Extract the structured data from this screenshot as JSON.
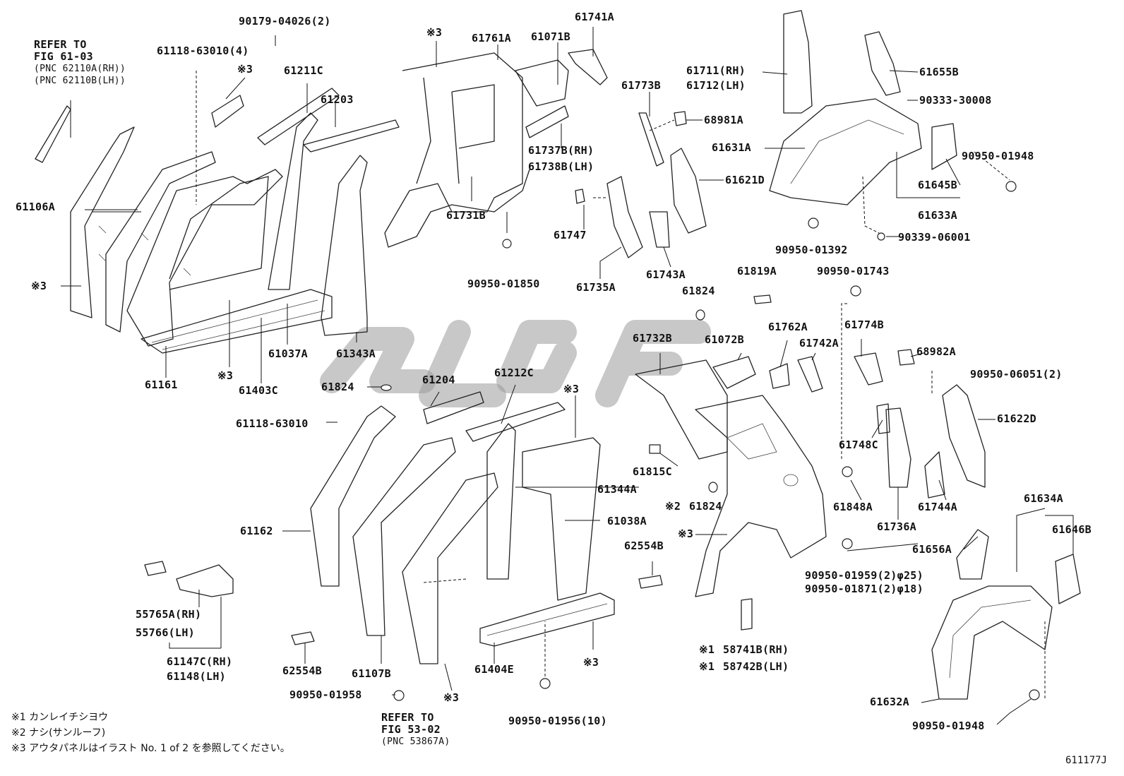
{
  "figure_id": "611177J",
  "references": [
    {
      "lines": [
        "REFER TO",
        "FIG 61-03",
        "(PNC 62110A(RH))",
        "(PNC 62110B(LH))"
      ]
    },
    {
      "lines": [
        "REFER TO",
        "FIG 53-02",
        "(PNC 53867A)"
      ]
    }
  ],
  "notes": [
    "※1 カンレイチシヨウ",
    "※2 ナシ(サンルーフ)",
    "※3 アウタパネルはイラスト No. 1 of 2 を参照してください。"
  ],
  "labels": {
    "p90179": "90179-04026(2)",
    "p61118a": "61118-63010(4)",
    "m3a": "※3",
    "p61211c": "61211C",
    "p61203": "61203",
    "m3b": "※3",
    "p61761a": "61761A",
    "p61071b": "61071B",
    "p61741a": "61741A",
    "p61106a": "61106A",
    "m3c": "※3",
    "p61161": "61161",
    "m3d": "※3",
    "p61403c": "61403C",
    "p61037a": "61037A",
    "p61343a": "61343A",
    "p61737b": "61737B(RH)",
    "p61738b": "61738B(LH)",
    "p61731b": "61731B",
    "p90950_01850": "90950-01850",
    "p61773b": "61773B",
    "p68981a": "68981A",
    "p61621d": "61621D",
    "p61747": "61747",
    "p61743a": "61743A",
    "p61735a": "61735A",
    "p61711": "61711(RH)",
    "p61712": "61712(LH)",
    "p61655b": "61655B",
    "p90333": "90333-30008",
    "p61631a": "61631A",
    "p90950_01948a": "90950-01948",
    "p61645b": "61645B",
    "p61633a": "61633A",
    "p90950_01392": "90950-01392",
    "p90339": "90339-06001",
    "p61819a": "61819A",
    "p90950_01743": "90950-01743",
    "p61824a": "61824",
    "p61732b": "61732B",
    "p61072b": "61072B",
    "p61762a": "61762A",
    "p61742a": "61742A",
    "p61774b": "61774B",
    "p68982a": "68982A",
    "p90950_06051": "90950-06051(2)",
    "p61622d": "61622D",
    "p61748c": "61748C",
    "p61815c": "61815C",
    "m2": "※2",
    "p61824c": "61824",
    "p61848a": "61848A",
    "p61744a": "61744A",
    "p61736a": "61736A",
    "p61634a": "61634A",
    "p61646b": "61646B",
    "p61656a": "61656A",
    "p62554b_r": "62554B",
    "m3e": "※3",
    "p90950_01959": "90950-01959(2)φ25)",
    "p90950_01871": "90950-01871(2)φ18)",
    "p61824b": "61824",
    "p61204": "61204",
    "p61212c": "61212C",
    "m3f": "※3",
    "p61118b": "61118-63010",
    "p61344a": "61344A",
    "p61038a": "61038A",
    "p61162": "61162",
    "p55765a": "55765A(RH)",
    "p55766": "55766(LH)",
    "p61147c": "61147C(RH)",
    "p61148": "61148(LH)",
    "p62554b_l": "62554B",
    "p61107b": "61107B",
    "p61404e": "61404E",
    "m3g": "※3",
    "m3h": "※3",
    "p90950_01958": "90950-01958",
    "p90950_01956": "90950-01956(10)",
    "m1a": "※1",
    "p58741b": "58741B(RH)",
    "m1b": "※1",
    "p58742b": "58742B(LH)",
    "p61632a": "61632A",
    "p90950_01948b": "90950-01948"
  }
}
